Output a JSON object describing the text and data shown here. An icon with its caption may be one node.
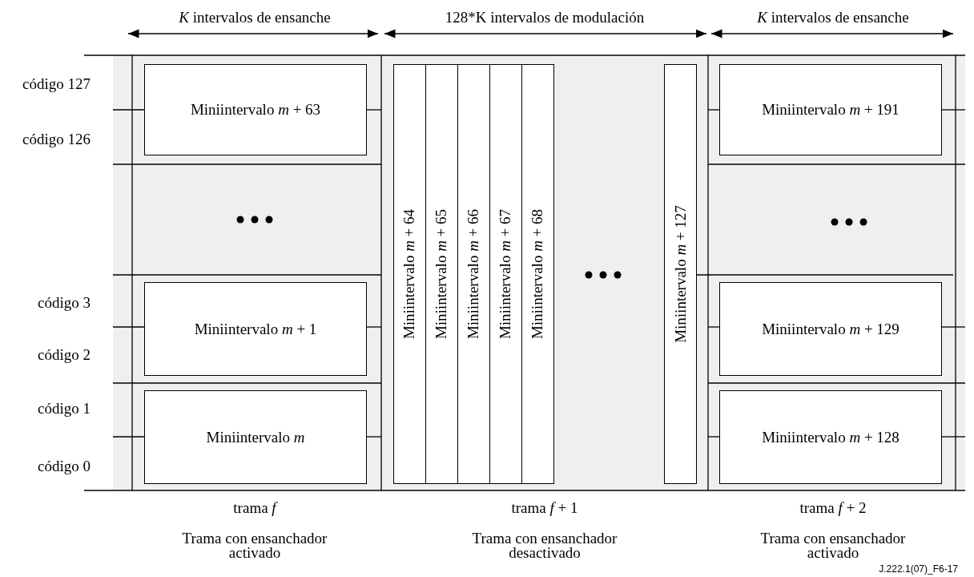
{
  "diagram": {
    "nodes": [
      {
        "text": [
          "Miniintervalo *m* + 63"
        ]
      },
      {
        "text": [
          "Miniintervalo *m* + 1"
        ]
      },
      {
        "text": [
          "Miniintervalo *m*"
        ]
      },
      {
        "text": [
          "Miniintervalo *m* + 64"
        ]
      },
      {
        "text": [
          "Miniintervalo *m* + 65"
        ]
      },
      {
        "text": [
          "Miniintervalo *m* + 66"
        ]
      },
      {
        "text": [
          "Miniintervalo *m* + 67"
        ]
      },
      {
        "text": [
          "Miniintervalo *m* + 68"
        ]
      },
      {
        "text": [
          "Miniintervalo *m* + 127"
        ]
      },
      {
        "text": [
          "Miniintervalo *m* + 191"
        ]
      },
      {
        "text": [
          "Miniintervalo *m* + 129"
        ]
      },
      {
        "text": [
          "Miniintervalo *m* + 128"
        ]
      }
    ],
    "labels": [
      "*K* intervalos de ensanche",
      "128*K intervalos de modulación",
      "*K* intervalos de ensanche",
      "código 127",
      "código 126",
      "código 3",
      "código 2",
      "código 1",
      "código 0",
      "trama *f*",
      "trama *f* + 1",
      "trama *f* + 2",
      "Trama con ensanchador activado",
      "Trama con ensanchador desactivado",
      "Trama con ensanchador activado",
      "J.222.1(07)_F6-17"
    ]
  }
}
